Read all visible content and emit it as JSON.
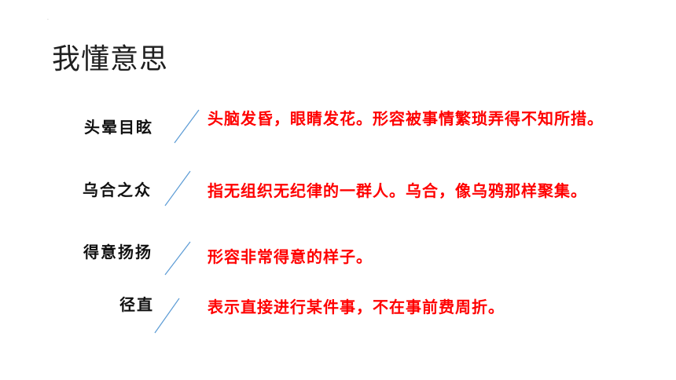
{
  "slide": {
    "title": "我懂意思",
    "accent_line_color": "#5b9bd5",
    "definition_color": "#ff0000",
    "items": [
      {
        "term": "头晕目眩",
        "definition": "头脑发昏，眼睛发花。形容被事情繁琐弄得不知所措。"
      },
      {
        "term": "乌合之众",
        "definition": "指无组织无纪律的一群人。乌合，像乌鸦那样聚集。"
      },
      {
        "term": "得意扬扬",
        "definition": "形容非常得意的样子。"
      },
      {
        "term": "径直",
        "definition": "表示直接进行某件事，不在事前费周折。"
      }
    ]
  }
}
